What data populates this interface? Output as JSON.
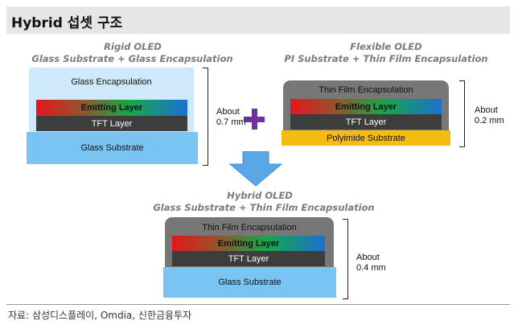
{
  "title": "Hybrid 섭셋 구조",
  "rigid": {
    "caption_line1": "Rigid OLED",
    "caption_line2": "Glass Substrate + Glass Encapsulation",
    "encapsulation": "Glass Encapsulation",
    "emitting": "Emitting Layer",
    "tft": "TFT Layer",
    "substrate": "Glass Substrate",
    "thickness_line1": "About",
    "thickness_line2": "0.7 mm"
  },
  "flexible": {
    "caption_line1": "Flexible OLED",
    "caption_line2": "PI Substrate + Thin Film Encapsulation",
    "encapsulation": "Thin Film Encapsulation",
    "emitting": "Emitting Layer",
    "tft": "TFT Layer",
    "substrate": "Polyimide Substrate",
    "thickness_line1": "About",
    "thickness_line2": "0.2 mm"
  },
  "hybrid": {
    "caption_line1": "Hybrid OLED",
    "caption_line2": "Glass Substrate + Thin Film Encapsulation",
    "encapsulation": "Thin Film Encapsulation",
    "emitting": "Emitting Layer",
    "tft": "TFT Layer",
    "substrate": "Glass Substrate",
    "thickness_line1": "About",
    "thickness_line2": "0.4 mm"
  },
  "source": "자료: 삼성디스플레이, Omdia, 신한금융투자",
  "colors": {
    "plus": "#7030a0",
    "arrow": "#5aa7e6",
    "glass_substrate": "#79c4f2",
    "glass_encapsulation": "#cfe9fb",
    "tft": "#3d3d3d",
    "thin_film": "#777777",
    "polyimide": "#f6bb13"
  }
}
